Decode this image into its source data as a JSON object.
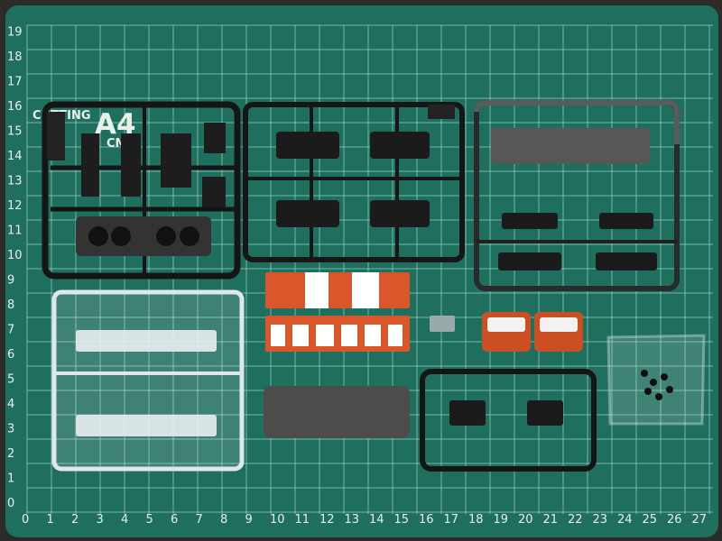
{
  "mat": {
    "brand": "CUTTING",
    "size_text": "A4",
    "partial_text": "CM",
    "colors": {
      "mat": "#1f6f5f",
      "grid": "#9fd3c4",
      "grid_major": "#d8efe8",
      "table": "#2b2b2a"
    },
    "x_labels": [
      "0",
      "1",
      "2",
      "3",
      "4",
      "5",
      "6",
      "7",
      "8",
      "9",
      "10",
      "11",
      "12",
      "13",
      "14",
      "15",
      "16",
      "17",
      "18",
      "19",
      "20",
      "21",
      "22",
      "23",
      "24",
      "25",
      "26",
      "27"
    ],
    "y_labels": [
      "0",
      "1",
      "2",
      "3",
      "4",
      "5",
      "6",
      "7",
      "8",
      "9",
      "10",
      "11",
      "12",
      "13",
      "14",
      "15",
      "16",
      "17",
      "18",
      "19"
    ]
  },
  "parts": [
    {
      "name": "black-sprue-bogies",
      "color": "#161616"
    },
    {
      "name": "black-sprue-frames",
      "color": "#171717"
    },
    {
      "name": "gray-sprue-roof",
      "color": "#555"
    },
    {
      "name": "clear-sprue",
      "color": "#e8eef0"
    },
    {
      "name": "orange-white-body-sides",
      "color": "#d9572b"
    },
    {
      "name": "dark-gray-roof",
      "color": "#4c4c4a"
    },
    {
      "name": "black-sprue-small",
      "color": "#161616"
    },
    {
      "name": "end-faces",
      "color": "#cc4f24"
    },
    {
      "name": "screw-bag",
      "color": "#9aa2a1"
    }
  ]
}
